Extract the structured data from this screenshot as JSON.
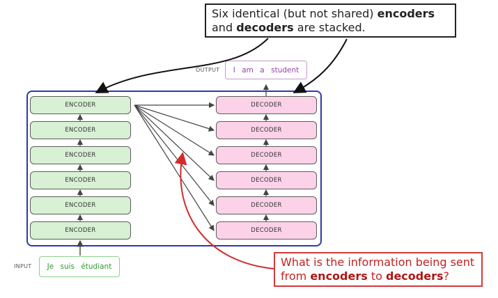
{
  "callout_top": {
    "text_1": "Six identical (but not shared) ",
    "bold_1": "encoders",
    "text_2": " and ",
    "bold_2": "decoders",
    "text_3": " are stacked."
  },
  "callout_bottom": {
    "text_1": "What is the information being sent from ",
    "bold_1": "encoders",
    "text_2": " to ",
    "bold_2": "decoders",
    "text_3": "?"
  },
  "output": {
    "label": "OUTPUT",
    "tokens": [
      "I",
      "am",
      "a",
      "student"
    ]
  },
  "input": {
    "label": "INPUT",
    "tokens": [
      "Je",
      "suis",
      "étudiant"
    ]
  },
  "encoders": [
    "ENCODER",
    "ENCODER",
    "ENCODER",
    "ENCODER",
    "ENCODER",
    "ENCODER"
  ],
  "decoders": [
    "DECODER",
    "DECODER",
    "DECODER",
    "DECODER",
    "DECODER",
    "DECODER"
  ],
  "colors": {
    "encoder_fill": "#d8f0d4",
    "decoder_fill": "#fcd2e8",
    "frame": "#2c3aa8",
    "highlight_red": "#d42a2a"
  }
}
